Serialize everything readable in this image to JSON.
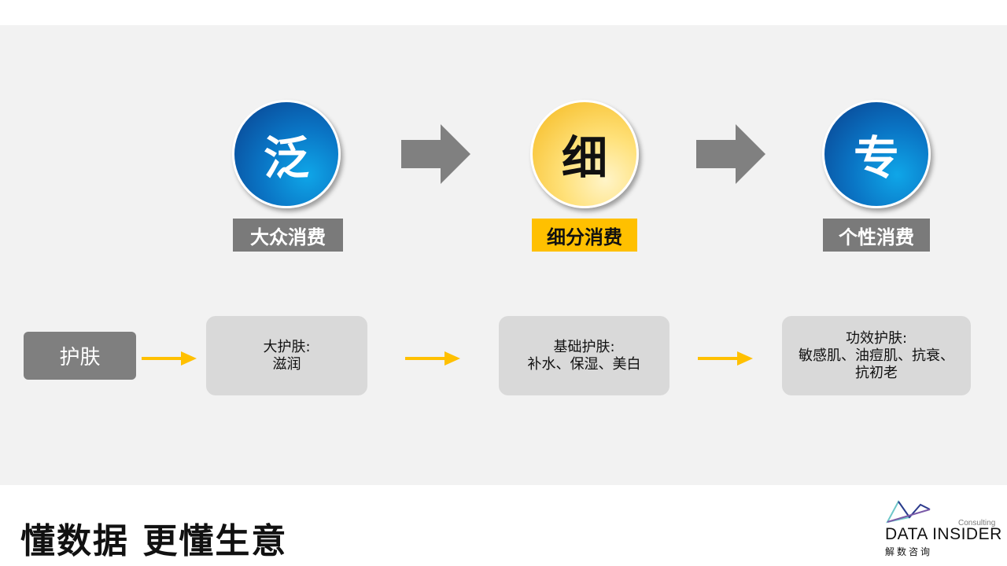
{
  "stages": [
    {
      "char": "泛",
      "label": "大众消费"
    },
    {
      "char": "细",
      "label": "细分消费"
    },
    {
      "char": "专",
      "label": "个性消费"
    }
  ],
  "start_label": "护肤",
  "boxes": [
    {
      "line1": "大护肤:",
      "line2": "滋润",
      "line3": ""
    },
    {
      "line1": "基础护肤:",
      "line2": "补水、保湿、美白",
      "line3": ""
    },
    {
      "line1": "功效护肤:",
      "line2": "敏感肌、油痘肌、抗衰、",
      "line3": "抗初老"
    }
  ],
  "footer": {
    "slogan": "懂数据 更懂生意",
    "logo_consulting": "Consulting",
    "logo_name": "DATA INSIDER",
    "logo_cn": "解数咨询"
  },
  "colors": {
    "panel": "#f2f2f2",
    "blue": "#0a74c4",
    "gold": "#ffc000",
    "grey_tag": "#7a7a7a",
    "arrow_grey": "#808080",
    "arrow_yellow": "#ffc000"
  }
}
